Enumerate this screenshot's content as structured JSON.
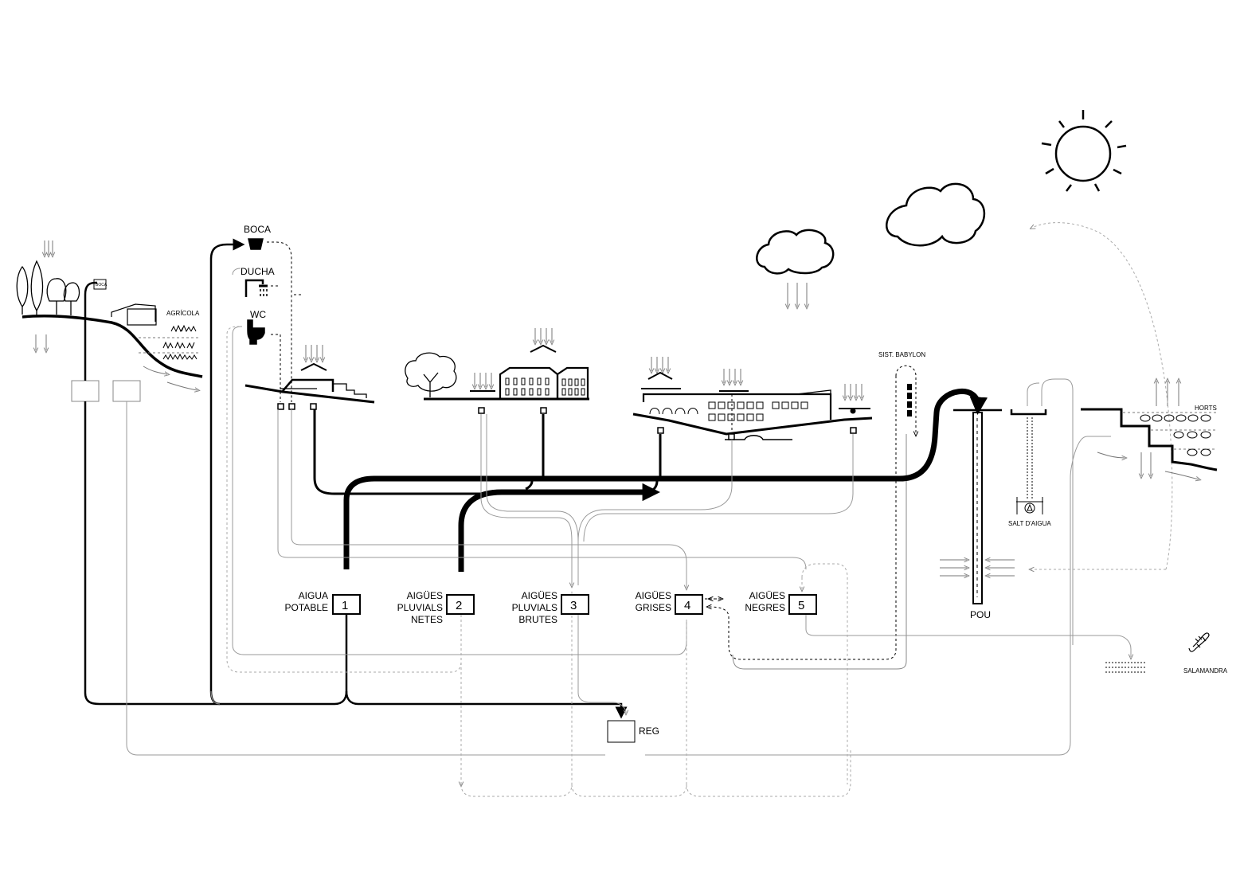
{
  "labels": {
    "boca": "BOCA",
    "dutxa": "DUCHA",
    "wc": "WC",
    "boca_small": "BOCA",
    "agricola": "AGRÍCOLA",
    "babylon": "SIST. BABYLON",
    "horts": "HORTS",
    "salt": "SALT D'AIGUA",
    "pou": "POU",
    "salamandra": "SALAMANDRA",
    "reg": "REG"
  },
  "categories": [
    {
      "num": "1",
      "line1": "AIGUA",
      "line2": "POTABLE",
      "line3": ""
    },
    {
      "num": "2",
      "line1": "AIGÜES",
      "line2": "PLUVIALS",
      "line3": "NETES"
    },
    {
      "num": "3",
      "line1": "AIGÜES",
      "line2": "PLUVIALS",
      "line3": "BRUTES"
    },
    {
      "num": "4",
      "line1": "AIGÜES",
      "line2": "GRISES",
      "line3": ""
    },
    {
      "num": "5",
      "line1": "AIGÜES",
      "line2": "NEGRES",
      "line3": ""
    }
  ]
}
